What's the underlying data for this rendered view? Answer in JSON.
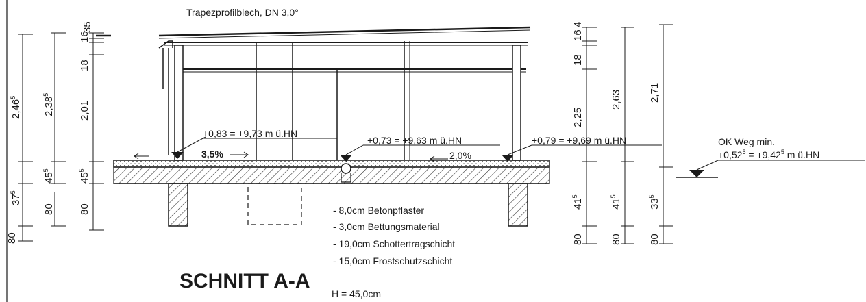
{
  "roof_label": "Trapezprofilblech, DN 3,0°",
  "section_title": "SCHNITT A-A",
  "height_note": "H = 45,0cm",
  "levels": {
    "left": "+0,83  = +9,73 m ü.HN",
    "center": "+0,73  = +9,63 m ü.HN",
    "right": "+0,79  = +9,69 m ü.HN",
    "path_title": "OK Weg min.",
    "path_base": "+0,52",
    "path_sup": "5",
    "path_eq": " = +9,42",
    "path_sup2": "5",
    "path_unit": " m ü.HN"
  },
  "slopes": {
    "left": "3,5%",
    "right": "2,0%"
  },
  "layers": [
    "- 8,0cm Betonpflaster",
    "- 3,0cm Bettungsmaterial",
    "- 19,0cm Schottertragschicht",
    "- 15,0cm Frostschutzschicht"
  ],
  "dims_left": {
    "d1": "2,46",
    "d1s": "5",
    "d2": "2,38",
    "d2s": "5",
    "d3": "16",
    "d3b": "3",
    "d3c": "5",
    "d4": "18",
    "d5": "2,01",
    "d6": "45",
    "d6s": "5",
    "d7": "45",
    "d7s": "5",
    "d8": "37",
    "d8s": "5",
    "d9": "80",
    "d10": "80",
    "d11": "80"
  },
  "dims_right": {
    "r1": "16",
    "r1b": "4",
    "r2": "18",
    "r3": "2,25",
    "r4": "2,63",
    "r5": "2,71",
    "r6": "41",
    "r6s": "5",
    "r7": "41",
    "r7s": "5",
    "r8": "33",
    "r8s": "5",
    "r9": "80",
    "r10": "80",
    "r11": "80"
  }
}
